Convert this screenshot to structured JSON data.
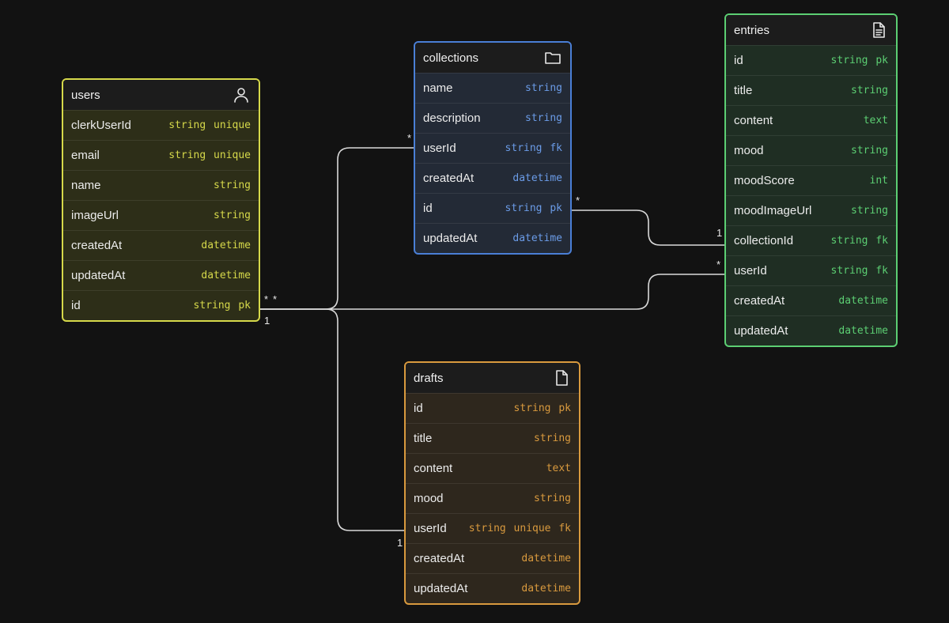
{
  "colors": {
    "users": "#d6d94a",
    "collections": "#4a7fd6",
    "entries": "#5ccf73",
    "drafts": "#d99a3e",
    "edge": "#d9d9d9",
    "background": "#121212"
  },
  "tables": {
    "users": {
      "name": "users",
      "icon": "user-icon",
      "fields": [
        {
          "name": "clerkUserId",
          "type": "string unique"
        },
        {
          "name": "email",
          "type": "string unique"
        },
        {
          "name": "name",
          "type": "string"
        },
        {
          "name": "imageUrl",
          "type": "string"
        },
        {
          "name": "createdAt",
          "type": "datetime"
        },
        {
          "name": "updatedAt",
          "type": "datetime"
        },
        {
          "name": "id",
          "type": "string pk"
        }
      ]
    },
    "collections": {
      "name": "collections",
      "icon": "folder-icon",
      "fields": [
        {
          "name": "name",
          "type": "string"
        },
        {
          "name": "description",
          "type": "string"
        },
        {
          "name": "userId",
          "type": "string fk"
        },
        {
          "name": "createdAt",
          "type": "datetime"
        },
        {
          "name": "id",
          "type": "string pk"
        },
        {
          "name": "updatedAt",
          "type": "datetime"
        }
      ]
    },
    "entries": {
      "name": "entries",
      "icon": "document-text-icon",
      "fields": [
        {
          "name": "id",
          "type": "string pk"
        },
        {
          "name": "title",
          "type": "string"
        },
        {
          "name": "content",
          "type": "text"
        },
        {
          "name": "mood",
          "type": "string"
        },
        {
          "name": "moodScore",
          "type": "int"
        },
        {
          "name": "moodImageUrl",
          "type": "string"
        },
        {
          "name": "collectionId",
          "type": "string fk"
        },
        {
          "name": "userId",
          "type": "string fk"
        },
        {
          "name": "createdAt",
          "type": "datetime"
        },
        {
          "name": "updatedAt",
          "type": "datetime"
        }
      ]
    },
    "drafts": {
      "name": "drafts",
      "icon": "file-icon",
      "fields": [
        {
          "name": "id",
          "type": "string pk"
        },
        {
          "name": "title",
          "type": "string"
        },
        {
          "name": "content",
          "type": "text"
        },
        {
          "name": "mood",
          "type": "string"
        },
        {
          "name": "userId",
          "type": "string unique fk"
        },
        {
          "name": "createdAt",
          "type": "datetime"
        },
        {
          "name": "updatedAt",
          "type": "datetime"
        }
      ]
    }
  },
  "cardinality": {
    "users_to_collections_users_side": "1",
    "users_to_collections_collections_side": "*",
    "users_to_entries_users_side": "*",
    "users_to_entries_entries_side": "*",
    "collections_to_entries_collections_side": "*",
    "collections_to_entries_entries_side": "1",
    "users_to_drafts_drafts_side": "1",
    "users_extra_star": "*"
  }
}
